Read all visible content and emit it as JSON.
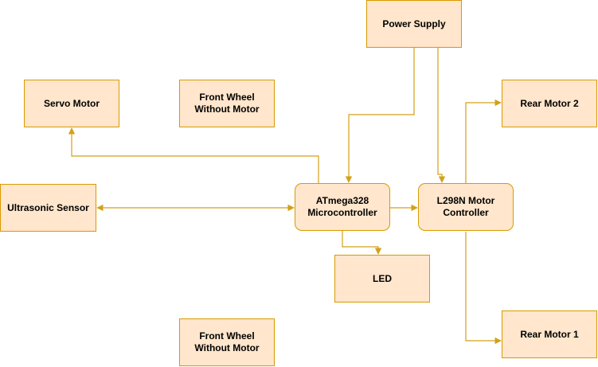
{
  "colors": {
    "block_fill": "#ffe6cc",
    "block_border": "#d79b00",
    "connector": "#d4a017",
    "background": "#ffffff"
  },
  "blocks": {
    "power_supply": "Power Supply",
    "servo_motor": "Servo Motor",
    "front_wheel_top": "Front Wheel\nWithout Motor",
    "rear_motor_2": "Rear Motor 2",
    "ultrasonic_sensor": "Ultrasonic Sensor",
    "microcontroller": "ATmega328\nMicrocontroller",
    "motor_controller": "L298N Motor\nController",
    "led": "LED",
    "front_wheel_bottom": "Front Wheel\nWithout Motor",
    "rear_motor_1": "Rear Motor 1"
  },
  "connections": [
    {
      "from": "power_supply",
      "to": "microcontroller"
    },
    {
      "from": "power_supply",
      "to": "motor_controller"
    },
    {
      "from": "microcontroller",
      "to": "servo_motor"
    },
    {
      "from": "microcontroller",
      "to": "ultrasonic_sensor",
      "bidirectional": true
    },
    {
      "from": "microcontroller",
      "to": "motor_controller"
    },
    {
      "from": "microcontroller",
      "to": "led"
    },
    {
      "from": "motor_controller",
      "to": "rear_motor_2"
    },
    {
      "from": "motor_controller",
      "to": "rear_motor_1"
    }
  ]
}
